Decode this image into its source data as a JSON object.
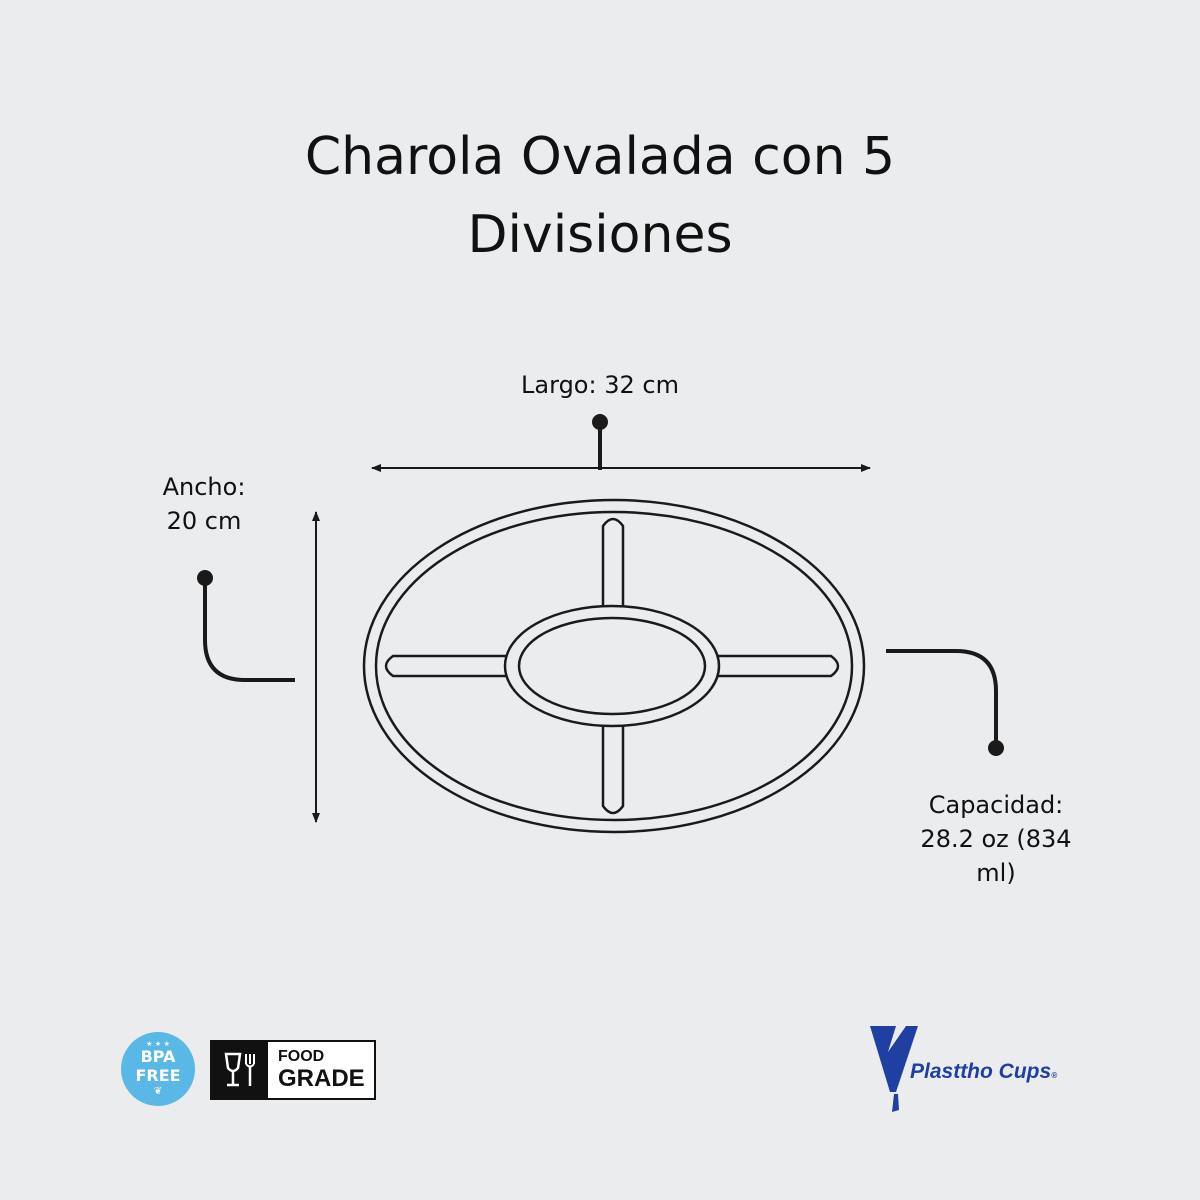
{
  "title": {
    "line1": "Charola Ovalada con 5",
    "line2": "Divisiones"
  },
  "dimensions": {
    "largo": "Largo: 32 cm",
    "ancho_line1": "Ancho:",
    "ancho_line2": "20 cm",
    "capacidad_line1": "Capacidad:",
    "capacidad_line2": "28.2 oz (834",
    "capacidad_line3": "ml)"
  },
  "badges": {
    "bpa_top": "BPA",
    "bpa_bottom": "FREE",
    "food_line1": "FOOD",
    "food_line2": "GRADE"
  },
  "brand": {
    "name": "Plasttho Cups",
    "registered": "®"
  },
  "colors": {
    "background": "#ebecee",
    "line": "#1a1a1a",
    "bpa_badge": "#5ab8e6",
    "brand_blue": "#1f3fa3"
  },
  "icons": [
    "bpa-free-icon",
    "fork-and-glass-icon",
    "plasttho-logo-icon"
  ]
}
